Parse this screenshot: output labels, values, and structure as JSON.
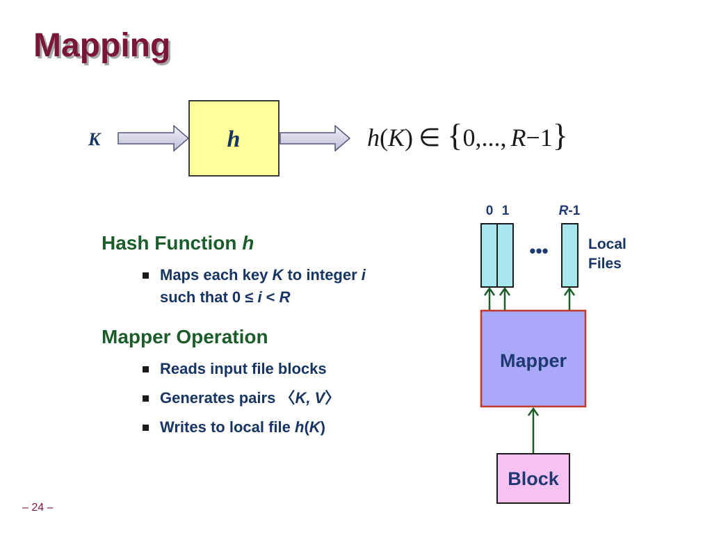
{
  "slide": {
    "title": "Mapping",
    "page_number": "– 24 –"
  },
  "hash_diagram": {
    "input_label": "K",
    "function_label": "h",
    "formula": {
      "h": "h",
      "open_paren": "(",
      "k": "K",
      "close_paren": ")",
      "element_of": "∈",
      "open_brace": "{",
      "range_start": "0,...,",
      "r": "R",
      "minus_one": "−1",
      "close_brace": "}"
    }
  },
  "mapper_diagram": {
    "file_labels": {
      "first": "0",
      "second": "1",
      "last_r": "R",
      "last_suffix": "-1"
    },
    "ellipsis": "•••",
    "local_files_line1": "Local",
    "local_files_line2": "Files",
    "mapper_label": "Mapper",
    "block_label": "Block"
  },
  "hash_section": {
    "heading": "Hash Function ",
    "heading_var": "h",
    "bullet1": {
      "t1": "Maps each key ",
      "k": "K",
      "t2": " to integer ",
      "i": "i",
      "t3": "such that 0 ≤ ",
      "i2": "i",
      "t4": " < ",
      "r": "R"
    }
  },
  "mapper_section": {
    "heading": "Mapper Operation",
    "bullet1": "Reads input file blocks",
    "bullet2": {
      "t1": "Generates pairs 〈",
      "kv": "K, V",
      "t2": "〉"
    },
    "bullet3": {
      "t1": "Writes to local file ",
      "h": "h",
      "p1": "(",
      "k": "K",
      "p2": ")"
    }
  },
  "colors": {
    "title": "#7a1636",
    "section_heading": "#1b5c2a",
    "bullet_text": "#173462",
    "hash_box": "#ffff99",
    "file_box": "#a9e7ee",
    "mapper_box": "#a9a9f8",
    "block_box": "#f6c2f2",
    "arrow_green": "#1b5c2a"
  }
}
